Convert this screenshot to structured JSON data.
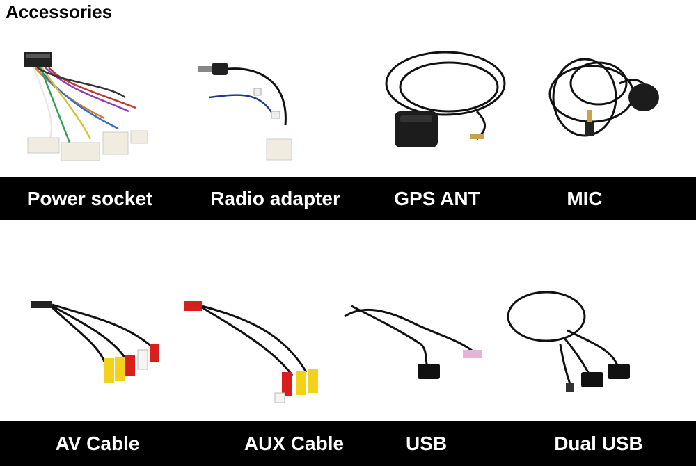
{
  "title": "Accessories",
  "row1": [
    {
      "label": "Power socket",
      "icon": "power-socket-harness-icon"
    },
    {
      "label": "Radio adapter",
      "icon": "radio-adapter-cable-icon"
    },
    {
      "label": "GPS ANT",
      "icon": "gps-antenna-icon"
    },
    {
      "label": "MIC",
      "icon": "microphone-icon"
    }
  ],
  "row2": [
    {
      "label": "AV Cable",
      "icon": "av-cable-icon"
    },
    {
      "label": "AUX Cable",
      "icon": "aux-cable-icon"
    },
    {
      "label": "USB",
      "icon": "usb-cable-icon"
    },
    {
      "label": "Dual USB",
      "icon": "dual-usb-cable-icon"
    }
  ],
  "colors": {
    "band": "#000000",
    "label_text": "#ffffff",
    "rca_yellow": "#f2d21b",
    "rca_red": "#d91e1e",
    "rca_white": "#f4f4f4",
    "connector_white": "#f1ece0"
  }
}
